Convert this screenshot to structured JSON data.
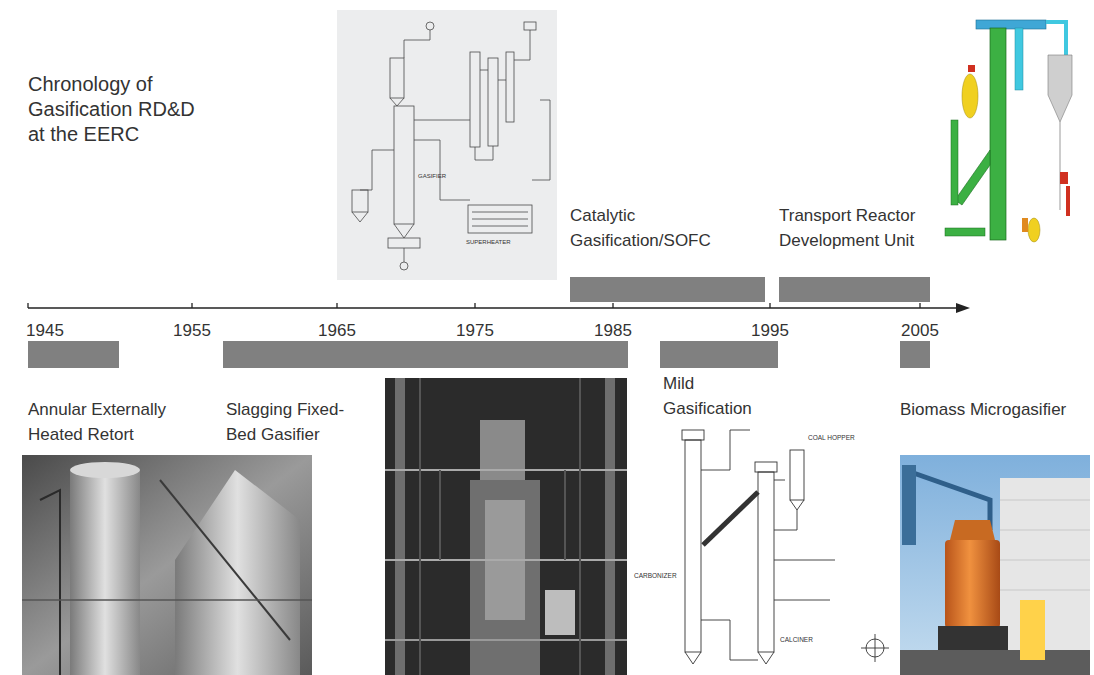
{
  "diagram": {
    "title": "Chronology of Gasification RD&D at the EERC",
    "labels": [
      "Catalytic Gasification/SOFC",
      "Transport Reactor Development Unit",
      "1945",
      "1955",
      "1965",
      "1975",
      "1985",
      "1995",
      "2005",
      "Annular Externally Heated Retort",
      "Slagging Fixed-Bed Gasifier",
      "Mild Gasification",
      "Biomass Microgasifier",
      "GASIFIER",
      "SUPERHEATER",
      "COAL HOPPER",
      "CARBONIZER",
      "CALCINER"
    ]
  }
}
